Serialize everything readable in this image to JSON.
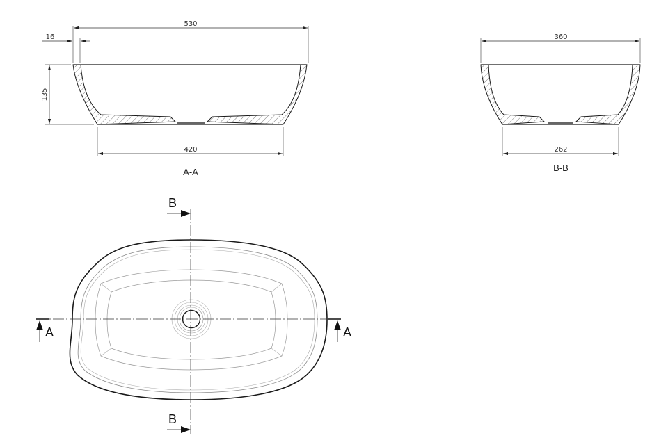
{
  "drawing": {
    "section_aa": {
      "label": "A-A",
      "dim_overall_width": "530",
      "dim_rim_thickness": "16",
      "dim_height": "135",
      "dim_base_width": "420"
    },
    "section_bb": {
      "label": "B-B",
      "dim_overall_width": "360",
      "dim_base_width": "262"
    },
    "plan_view": {
      "section_marker_b_top": "B",
      "section_marker_b_bottom": "B",
      "section_marker_a_left": "A",
      "section_marker_a_right": "A"
    },
    "colors": {
      "line": "#1a1a1a",
      "thin_line": "#777777",
      "hatch": "#555555",
      "background": "#ffffff"
    }
  }
}
